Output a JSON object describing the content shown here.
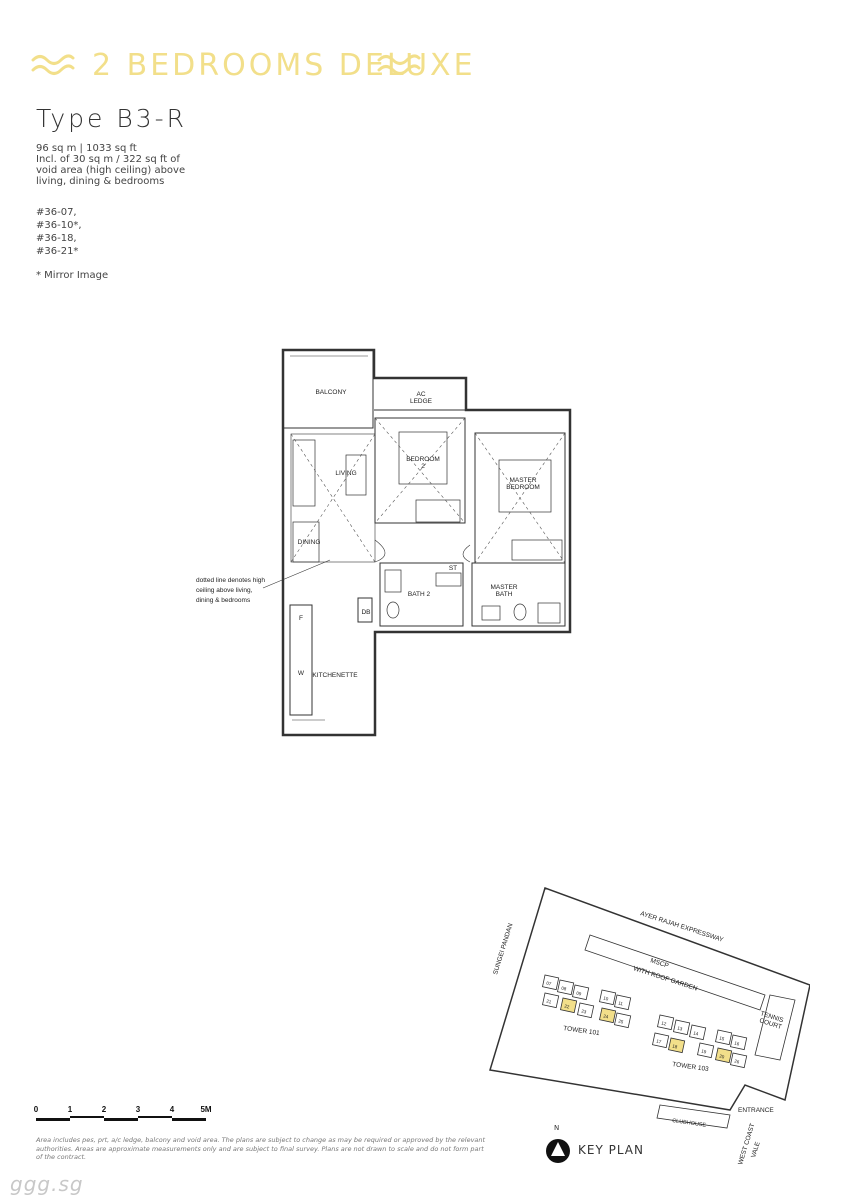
{
  "banner": {
    "title": "2 BEDROOMS DELUXE"
  },
  "unit": {
    "type": "Type B3-R",
    "area": "96 sq m  |  1033 sq ft",
    "note": [
      "Incl. of 30 sq m / 322 sq ft of",
      "void area (high ceiling) above",
      "living, dining & bedrooms"
    ],
    "units": [
      "#36-07,",
      "#36-10*,",
      "#36-18,",
      "#36-21*"
    ],
    "mirror": "* Mirror Image"
  },
  "plan": {
    "rooms": {
      "balcony": "BALCONY",
      "ac_ledge_1": "AC",
      "ac_ledge_2": "LEDGE",
      "bedroom2_1": "BEDROOM",
      "bedroom2_2": "2",
      "master_bedroom_1": "MASTER",
      "master_bedroom_2": "BEDROOM",
      "living": "LIVING",
      "dining": "DINING",
      "bath2": "BATH 2",
      "st": "ST",
      "master_bath_1": "MASTER",
      "master_bath_2": "BATH",
      "db": "DB",
      "kitchenette": "KITCHENETTE",
      "fridge": "F",
      "washer": "W"
    },
    "note": [
      "dotted line denotes high",
      "ceiling above living,",
      "dining & bedrooms"
    ]
  },
  "keyplan": {
    "label": "KEY PLAN",
    "north": "N",
    "expressway": "AYER RAJAH EXPRESSWAY",
    "river": "SUNGEI PANDAN",
    "mscp_1": "MSCP",
    "mscp_2": "WITH ROOF GARDEN",
    "tennis_1": "TENNIS",
    "tennis_2": "COURT",
    "tower101": "TOWER 101",
    "tower103": "TOWER 103",
    "clubhouse": "CLUBHOUSE",
    "entrance": "ENTRANCE",
    "road_1": "WEST COAST",
    "road_2": "VALE",
    "unit_labels": [
      "07",
      "08",
      "09",
      "10",
      "11",
      "21",
      "22",
      "23",
      "24",
      "25",
      "12",
      "13",
      "14",
      "15",
      "16",
      "17",
      "18",
      "19",
      "20",
      "26"
    ],
    "highlight_color": "#f2df8a"
  },
  "scale": {
    "labels": [
      "0",
      "1",
      "2",
      "3",
      "4",
      "5M"
    ]
  },
  "disclaimer": "Area includes pes, prt, a/c ledge, balcony and void area. The plans are subject to change as may be required or approved by the relevant authorities. Areas are approximate measurements only and are subject to final survey. Plans are not drawn to scale and do not form part of the contract.",
  "watermark": "ggg.sg",
  "colors": {
    "accent": "#f2df8a"
  }
}
